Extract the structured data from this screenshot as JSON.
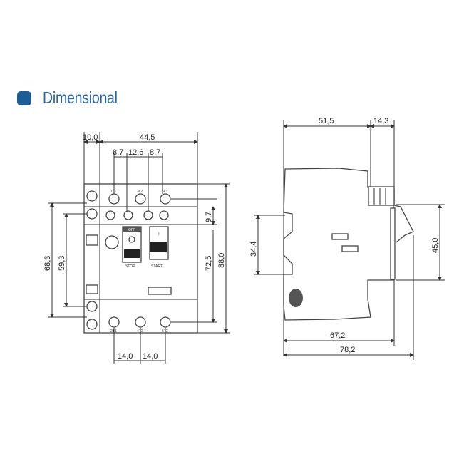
{
  "header": {
    "title": "Dimensional",
    "accent_color": "#1c5d97"
  },
  "front_view": {
    "dims": {
      "strip_width": "10,0",
      "body_width": "44,5",
      "pitch_left": "8,7",
      "pitch_mid": "12,6",
      "pitch_right": "8,7",
      "aux_height": "9,7",
      "terminal_span": "72,5",
      "total_height": "88,0",
      "left_outer": "68,3",
      "left_inner": "59,3",
      "bottom_pitch_1": "14,0",
      "bottom_pitch_2": "14,0"
    },
    "labels": {
      "off": "OFF",
      "on": "I",
      "stop": "STOP",
      "start": "START",
      "top_terminals": [
        "1L1",
        "3L2",
        "5L3"
      ],
      "bottom_terminals": [
        "2T1",
        "4T2",
        "6T3"
      ]
    }
  },
  "side_view": {
    "dims": {
      "depth_main": "51,5",
      "depth_extra": "14,3",
      "rail_height": "34,4",
      "knob_height": "45,0",
      "depth_body": "67,2",
      "depth_total": "78,2"
    }
  }
}
